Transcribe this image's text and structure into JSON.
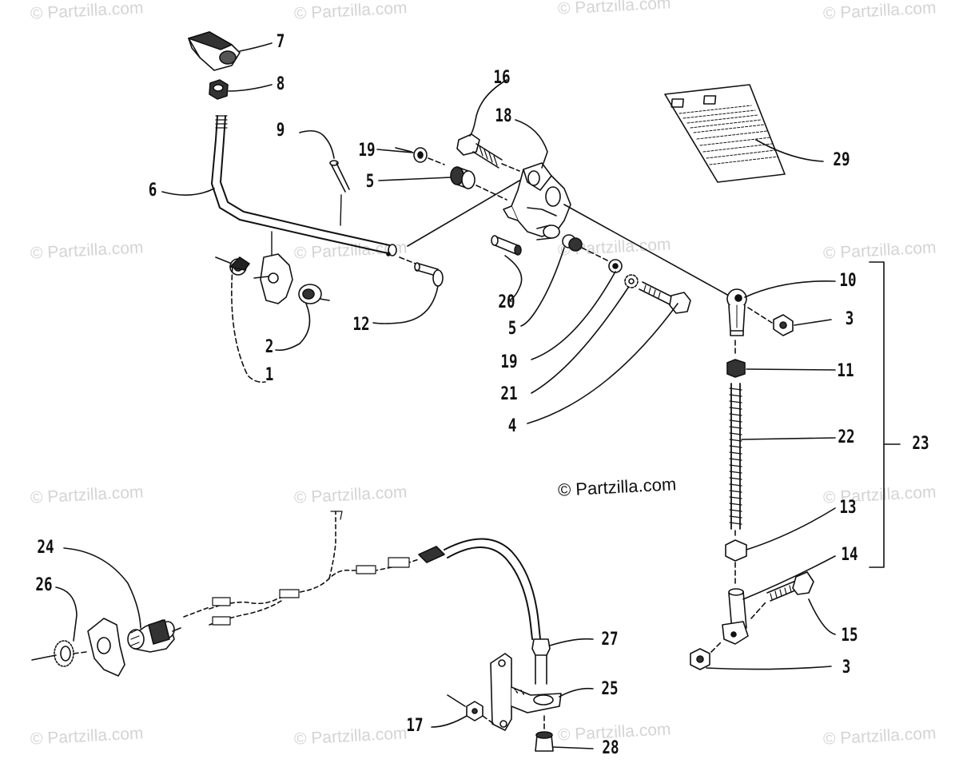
{
  "watermark": "© Partzilla.com",
  "copyright": "© Partzilla.com",
  "callouts": {
    "c1": "1",
    "c2": "2",
    "c3a": "3",
    "c3b": "3",
    "c4": "4",
    "c5a": "5",
    "c5b": "5",
    "c6": "6",
    "c7": "7",
    "c8": "8",
    "c9": "9",
    "c10": "10",
    "c11": "11",
    "c12": "12",
    "c13": "13",
    "c14": "14",
    "c15": "15",
    "c16": "16",
    "c17": "17",
    "c18": "18",
    "c19a": "19",
    "c19b": "19",
    "c20": "20",
    "c21": "21",
    "c22": "22",
    "c23": "23",
    "c24": "24",
    "c25": "25",
    "c26": "26",
    "c27": "27",
    "c28": "28",
    "c29": "29"
  }
}
